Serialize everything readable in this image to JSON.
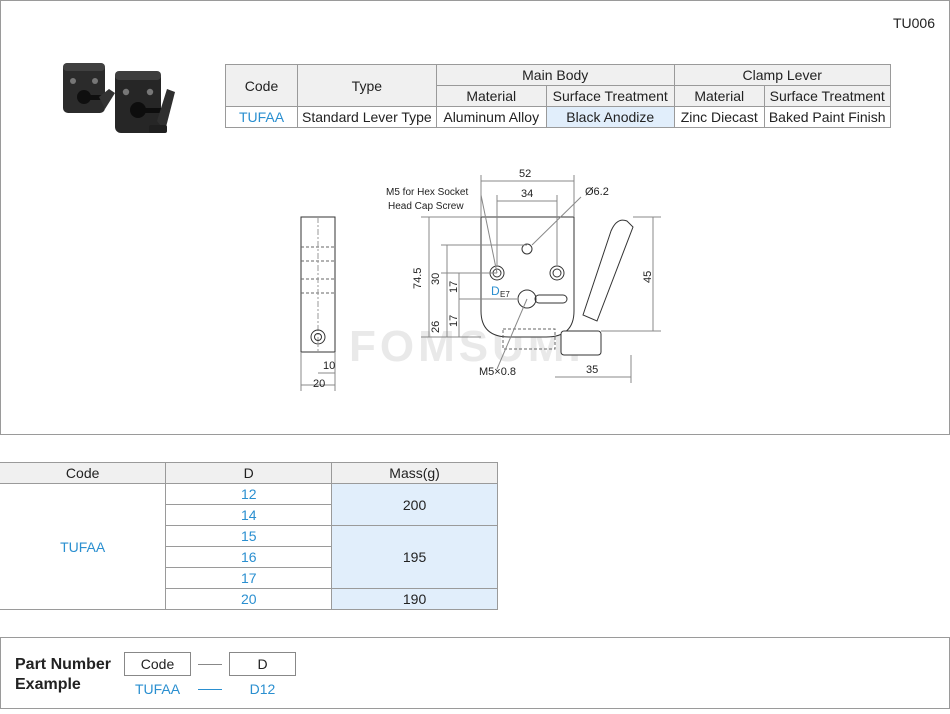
{
  "product": {
    "code": "TU006"
  },
  "spec_table": {
    "headers": {
      "code": "Code",
      "type": "Type",
      "main_body": "Main Body",
      "clamp_lever": "Clamp Lever",
      "material": "Material",
      "surface_treatment": "Surface Treatment"
    },
    "row": {
      "code": "TUFAA",
      "type": "Standard Lever Type",
      "body_material": "Aluminum Alloy",
      "body_surface": "Black Anodize",
      "lever_material": "Zinc Diecast",
      "lever_surface": "Baked Paint Finish"
    }
  },
  "drawing": {
    "note_line1": "M5 for Hex Socket",
    "note_line2": "Head Cap Screw",
    "dim_52": "52",
    "dim_34": "34",
    "dim_dia": "Ø6.2",
    "dim_745": "74.5",
    "dim_30": "30",
    "dim_17a": "17",
    "dim_17b": "17",
    "dim_26": "26",
    "dim_45": "45",
    "dim_d": "D",
    "dim_e7": "E7",
    "dim_m5": "M5×0.8",
    "dim_35": "35",
    "dim_10": "10",
    "dim_20": "20",
    "watermark": "FOMSUMI"
  },
  "mass_table": {
    "headers": {
      "code": "Code",
      "d": "D",
      "mass": "Mass(g)"
    },
    "code": "TUFAA",
    "d_values": [
      "12",
      "14",
      "15",
      "16",
      "17",
      "20"
    ],
    "masses": [
      "200",
      "195",
      "190"
    ]
  },
  "part_number": {
    "title_line1": "Part Number",
    "title_line2": "Example",
    "box_code": "Code",
    "box_d": "D",
    "example_code": "TUFAA",
    "example_d": "D12"
  },
  "colors": {
    "accent": "#2a8fd0",
    "highlight": "#e1eefb",
    "header_bg": "#f0f0f0"
  }
}
